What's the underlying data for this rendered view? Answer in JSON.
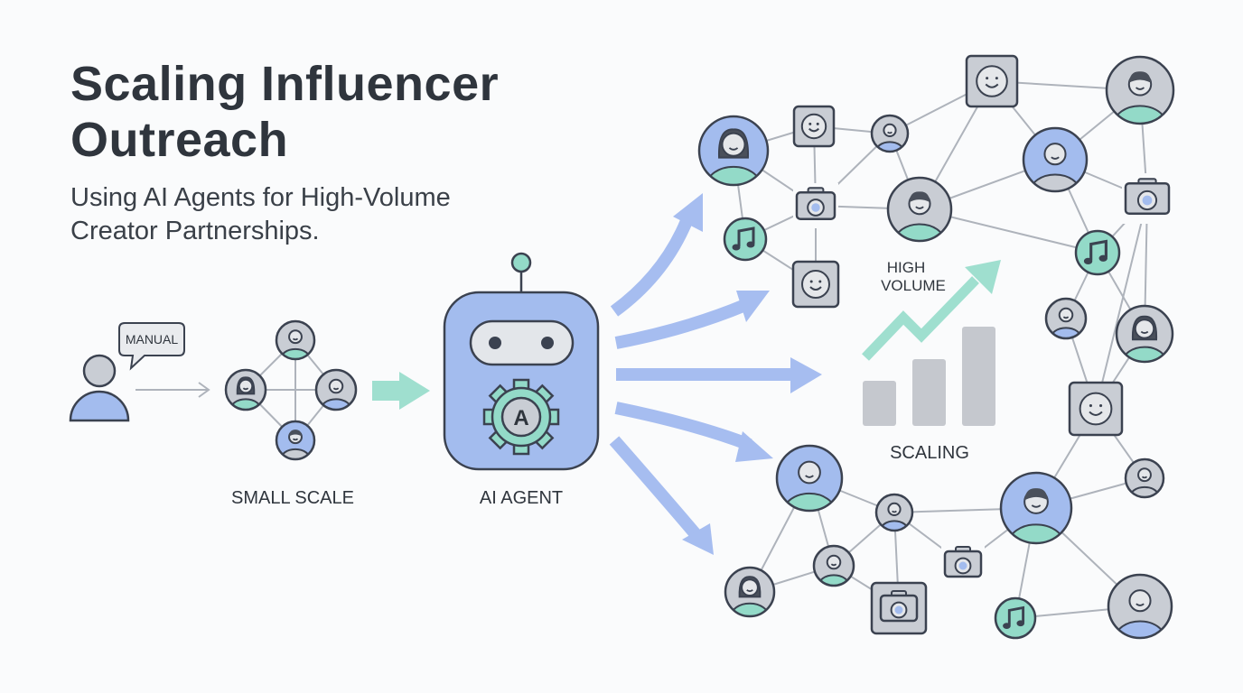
{
  "title": "Scaling Influencer Outreach",
  "subtitle_line1": "Using AI Agents for High-Volume",
  "subtitle_line2": "Creator Partnerships.",
  "labels": {
    "manual": "MANUAL",
    "small_scale": "SMALL SCALE",
    "ai_agent": "AI AGENT",
    "robot_badge": "A",
    "high": "HIGH",
    "volume": "VOLUME",
    "scaling": "SCALING"
  },
  "colors": {
    "blue": "#a3bcee",
    "teal": "#93dac8",
    "gray": "#c9cdd4",
    "stroke": "#3b4250",
    "edge": "#aeb3bb",
    "arrow_blue": "#a6bdf0",
    "arrow_teal": "#9fdfcf"
  }
}
